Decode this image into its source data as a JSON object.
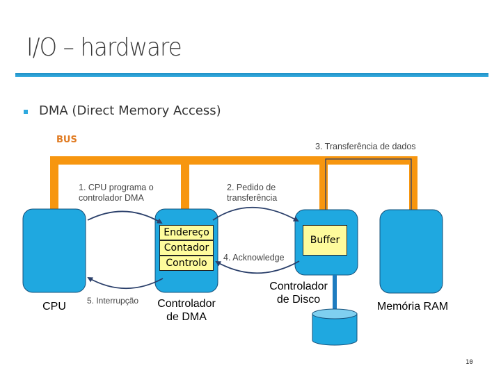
{
  "slide": {
    "title": "I/O – hardware",
    "bullet": "DMA (Direct Memory Access)",
    "page_number": "10"
  },
  "diagram": {
    "bus_label": "BUS",
    "components": {
      "cpu": "CPU",
      "dma_controller_line1": "Controlador",
      "dma_controller_line2": "de DMA",
      "disk_controller_line1": "Controlador",
      "disk_controller_line2": "de Disco",
      "ram": "Memória RAM"
    },
    "dma_registers": [
      "Endereço",
      "Contador",
      "Controlo"
    ],
    "buffer_label": "Buffer",
    "steps": {
      "step1_line1": "1. CPU programa o",
      "step1_line2": "controlador DMA",
      "step2_line1": "2. Pedido de",
      "step2_line2": "transferência",
      "step3": "3. Transferência de dados",
      "step4": "4. Acknowledge",
      "step5": "5. Interrupção"
    },
    "colors": {
      "bus": "#f7960f",
      "box": "#1fa8e0",
      "register": "#fefb9c",
      "arrow": "#2a3f6a"
    }
  }
}
